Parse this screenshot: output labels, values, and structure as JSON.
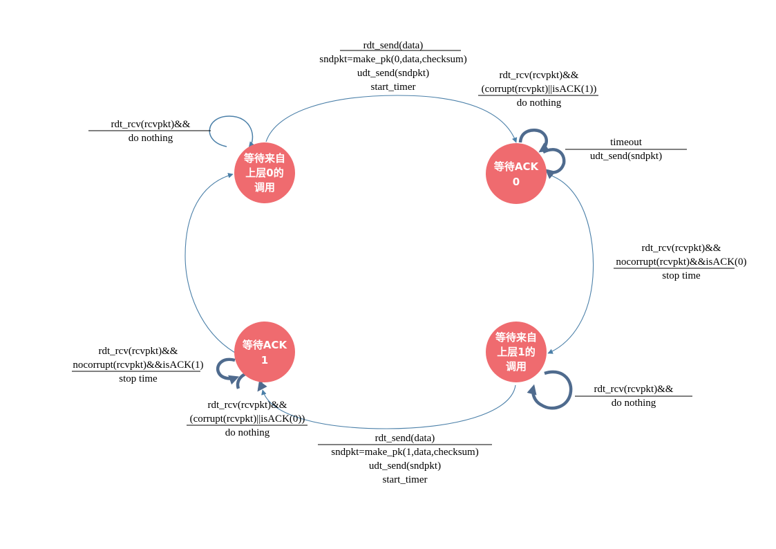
{
  "diagram": {
    "states": {
      "wait_call_0": {
        "lines": [
          "等待来自",
          "上层0的",
          "调用"
        ]
      },
      "wait_ack_0": {
        "lines": [
          "等待ACK",
          "0"
        ]
      },
      "wait_call_1": {
        "lines": [
          "等待来自",
          "上层1的",
          "调用"
        ]
      },
      "wait_ack_1": {
        "lines": [
          "等待ACK",
          "1"
        ]
      }
    },
    "transitions": {
      "send0": {
        "event": "rdt_send(data)",
        "actions": [
          "sndpkt=make_pk(0,data,checksum)",
          "udt_send(sndpkt)",
          "start_timer"
        ]
      },
      "ack0_corrupt": {
        "event": [
          "rdt_rcv(rcvpkt)&&",
          "(corrupt(rcvpkt)||isACK(1))"
        ],
        "actions": [
          "do nothing"
        ]
      },
      "ack0_timeout": {
        "event": "timeout",
        "actions": [
          "udt_send(sndpkt)"
        ]
      },
      "call0_rcv": {
        "event": "rdt_rcv(rcvpkt)&&",
        "actions": [
          "do nothing"
        ]
      },
      "ack0_ok": {
        "event": [
          "rdt_rcv(rcvpkt)&&",
          "nocorrupt(rcvpkt)&&isACK(0)"
        ],
        "actions": [
          "stop time"
        ]
      },
      "ack1_ok": {
        "event": [
          "rdt_rcv(rcvpkt)&&",
          "nocorrupt(rcvpkt)&&isACK(1)"
        ],
        "actions": [
          "stop time"
        ]
      },
      "ack1_corrupt": {
        "event": [
          "rdt_rcv(rcvpkt)&&",
          "(corrupt(rcvpkt)||isACK(0))"
        ],
        "actions": [
          "do nothing"
        ]
      },
      "call1_rcv": {
        "event": "rdt_rcv(rcvpkt)&&",
        "actions": [
          "do nothing"
        ]
      },
      "send1": {
        "event": "rdt_send(data)",
        "actions": [
          "sndpkt=make_pk(1,data,checksum)",
          "udt_send(sndpkt)",
          "start_timer"
        ]
      }
    },
    "colors": {
      "state_fill": "#ef6b6f",
      "edge": "#4a7fa8",
      "loop_thick": "#4f6b8e"
    }
  }
}
